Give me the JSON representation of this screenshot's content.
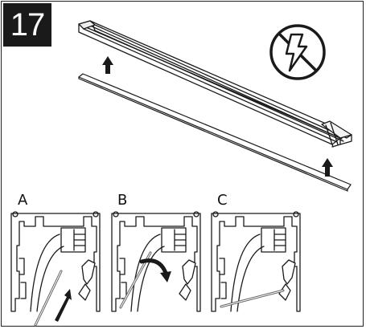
{
  "step": {
    "number": "17"
  },
  "icons": {
    "warning": "no-electricity-icon"
  },
  "panels": [
    {
      "label": "A",
      "action": "insert-diffuser"
    },
    {
      "label": "B",
      "action": "rotate-diffuser"
    },
    {
      "label": "C",
      "action": "diffuser-seated"
    }
  ]
}
